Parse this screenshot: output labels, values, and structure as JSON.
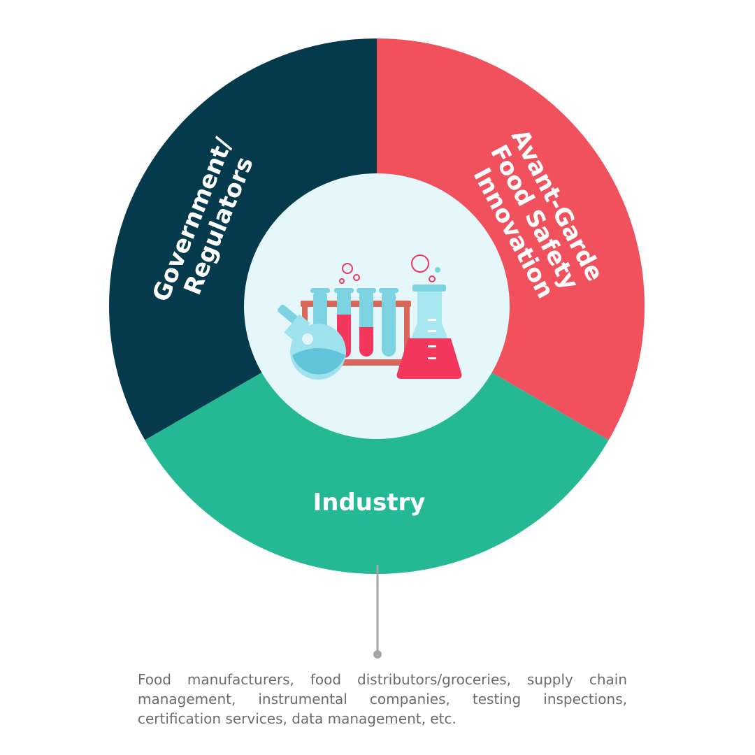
{
  "segments": [
    {
      "key": "government",
      "lines": [
        "Government/",
        "Regulators"
      ],
      "color": "#043a4b"
    },
    {
      "key": "avant_garde",
      "lines": [
        "Avant-Garde",
        "Food Safety",
        "Innovation"
      ],
      "color": "#f0515c"
    },
    {
      "key": "industry",
      "lines": [
        "Industry"
      ],
      "color": "#24b994"
    }
  ],
  "center": {
    "background": "#e6f7fb",
    "icon": "lab-glassware-icon"
  },
  "callout": {
    "text": "Food manufacturers, food distributors/groceries, supply chain management, instrumental companies, testing inspections, certification services, data management, etc.",
    "line_color": "#a6a6a6"
  }
}
